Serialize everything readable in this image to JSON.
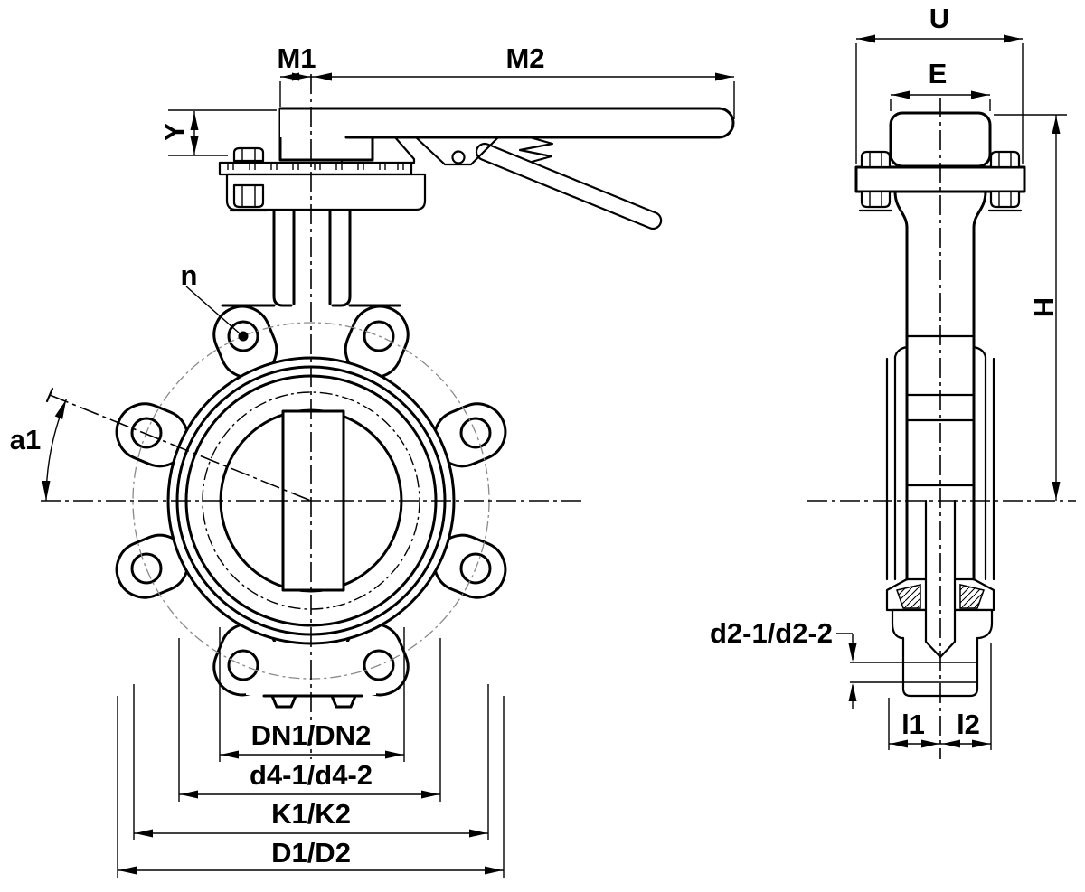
{
  "colors": {
    "background": "#ffffff",
    "line": "#000000",
    "bolt_circle": "#8a8a8a"
  },
  "front_view": {
    "labels": {
      "m1": "M1",
      "m2": "M2",
      "y": "Y",
      "n": "n",
      "a1": "a1",
      "dn": "DN1/DN2",
      "d4": "d4-1/d4-2",
      "k": "K1/K2",
      "d": "D1/D2"
    }
  },
  "side_view": {
    "labels": {
      "u": "U",
      "e": "E",
      "h": "H",
      "d2": "d2-1/d2-2",
      "l1": "l1",
      "l2": "l2"
    }
  }
}
